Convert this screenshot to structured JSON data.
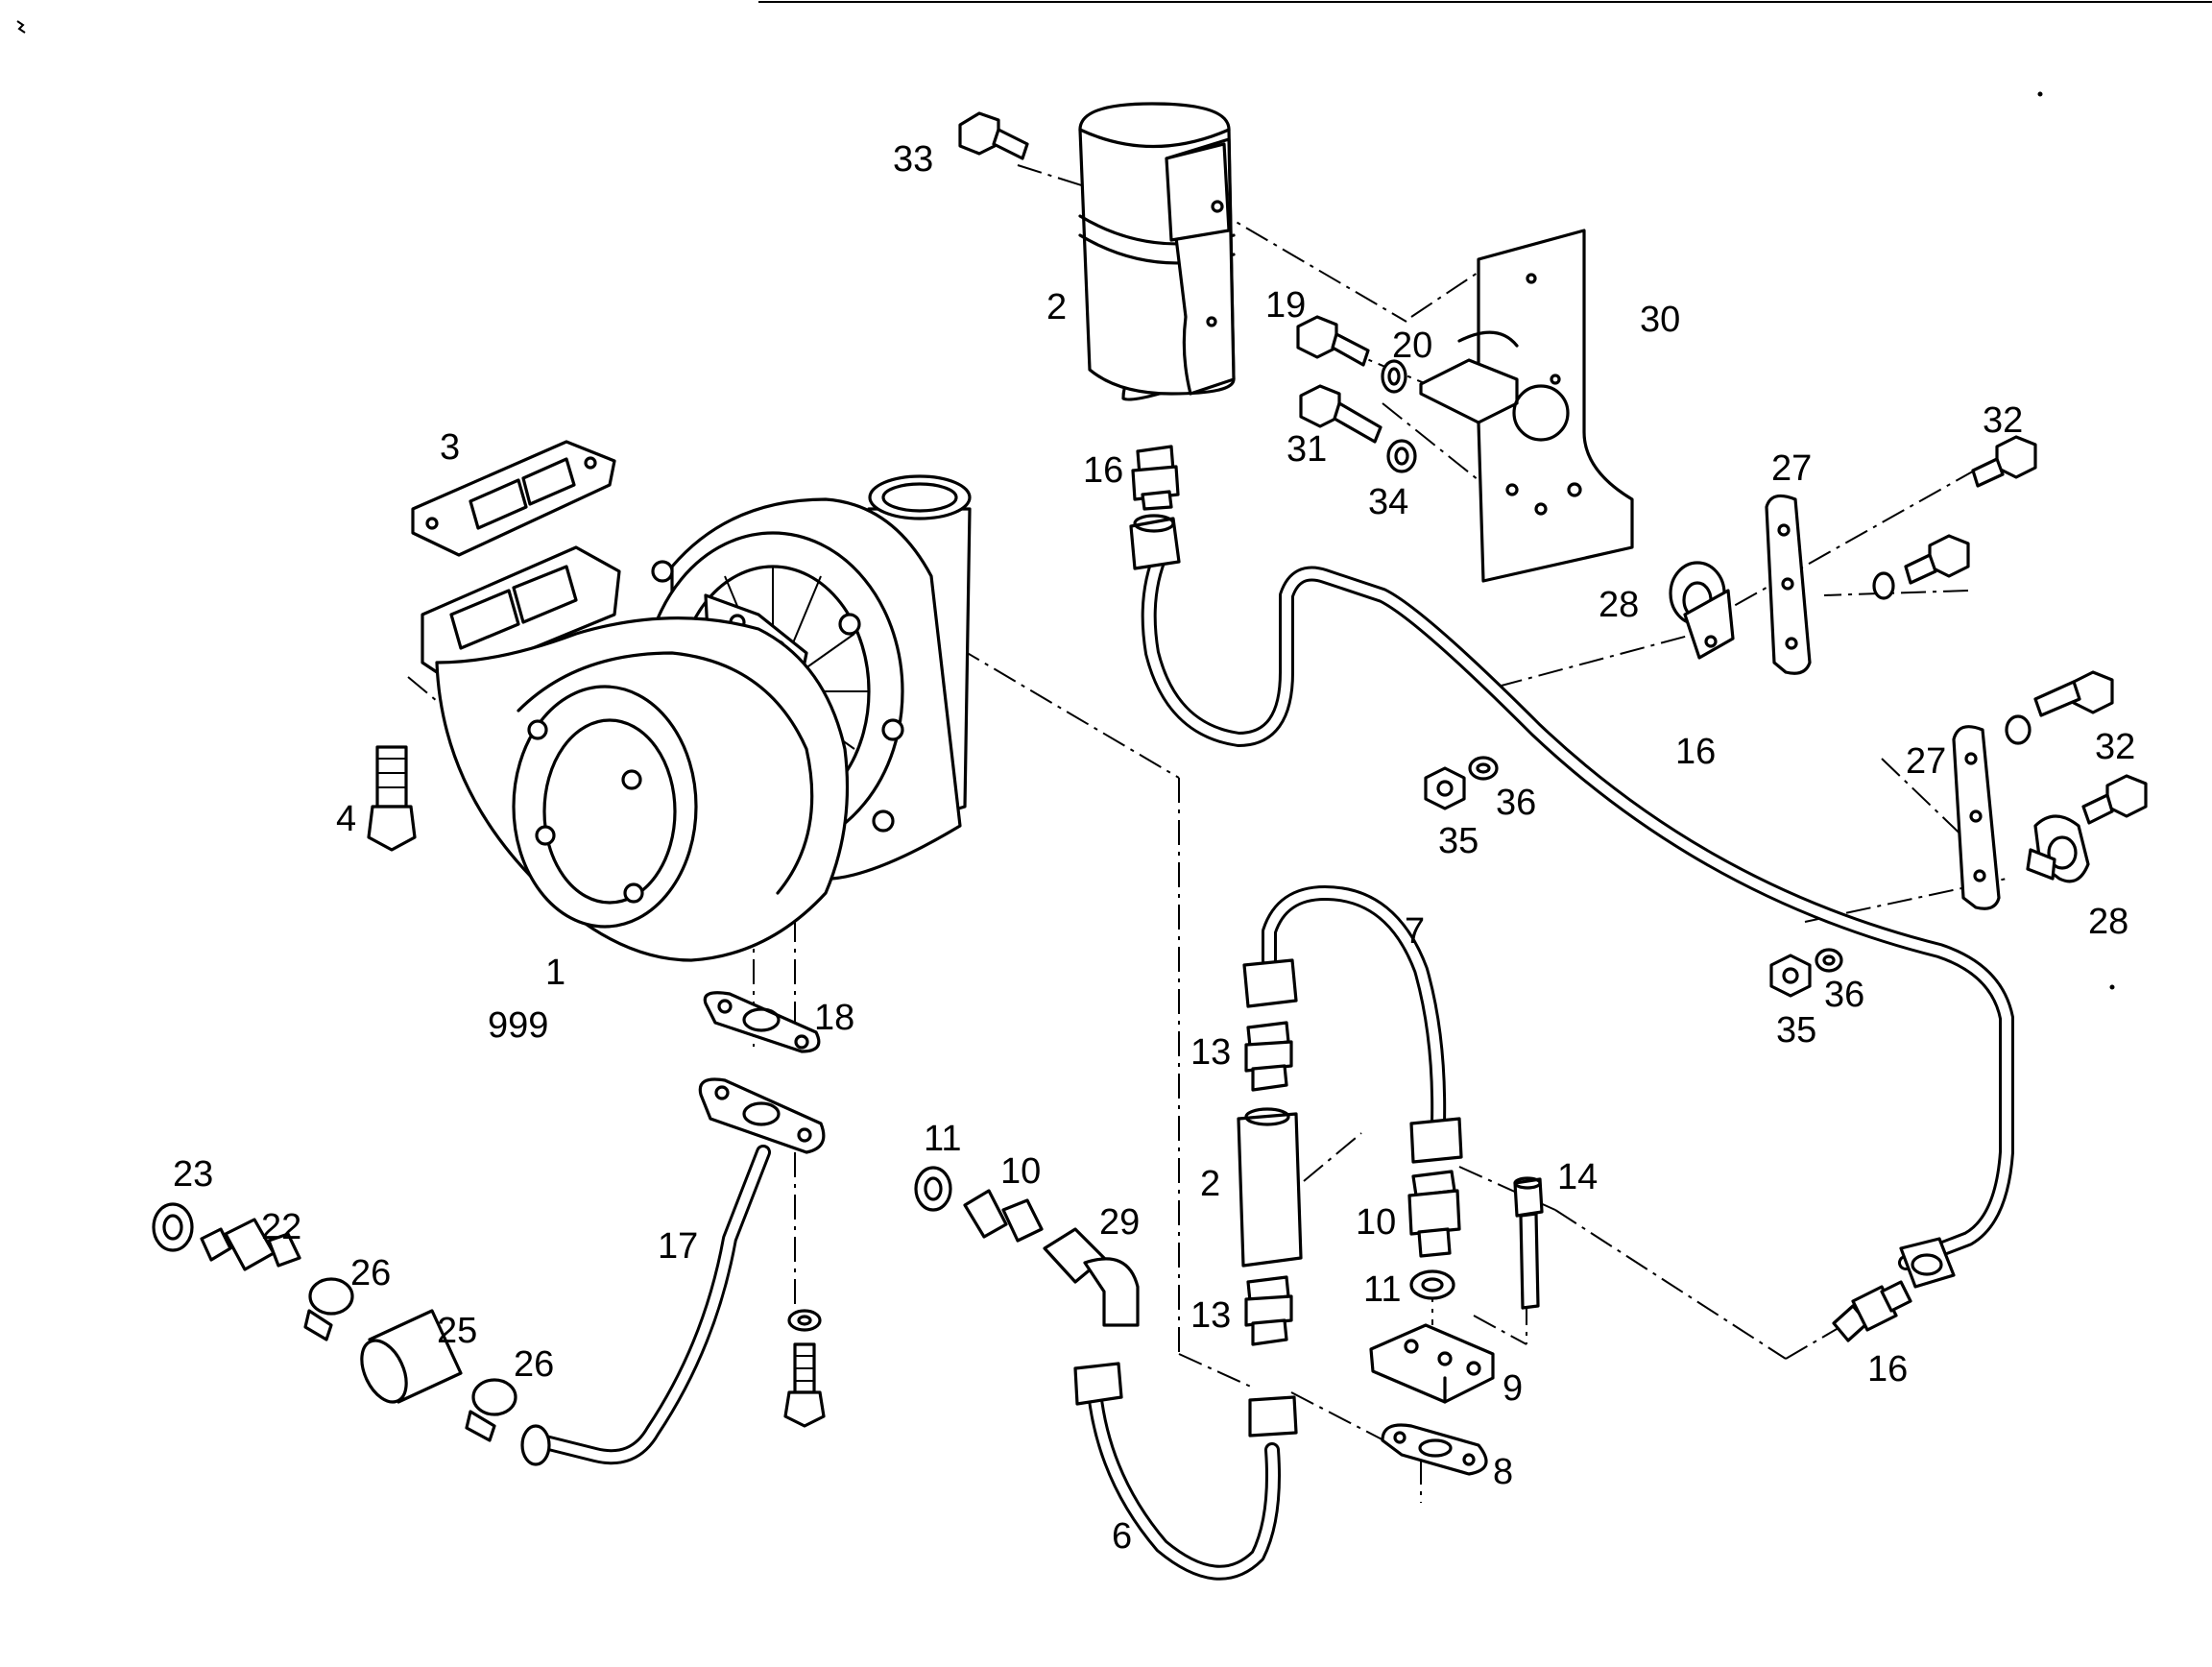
{
  "diagram": {
    "callouts": [
      {
        "id": "c33",
        "text": "33"
      },
      {
        "id": "c2a",
        "text": "2"
      },
      {
        "id": "c19",
        "text": "19"
      },
      {
        "id": "c20",
        "text": "20"
      },
      {
        "id": "c30",
        "text": "30"
      },
      {
        "id": "c31",
        "text": "31"
      },
      {
        "id": "c34",
        "text": "34"
      },
      {
        "id": "c16a",
        "text": "16"
      },
      {
        "id": "c3",
        "text": "3"
      },
      {
        "id": "c32a",
        "text": "32"
      },
      {
        "id": "c27a",
        "text": "27"
      },
      {
        "id": "c28a",
        "text": "28"
      },
      {
        "id": "c16b",
        "text": "16"
      },
      {
        "id": "c36a",
        "text": "36"
      },
      {
        "id": "c35a",
        "text": "35"
      },
      {
        "id": "c27b",
        "text": "27"
      },
      {
        "id": "c32b",
        "text": "32"
      },
      {
        "id": "c28b",
        "text": "28"
      },
      {
        "id": "c4",
        "text": "4"
      },
      {
        "id": "c1",
        "text": "1"
      },
      {
        "id": "c999",
        "text": "999"
      },
      {
        "id": "c18",
        "text": "18"
      },
      {
        "id": "c7",
        "text": "7"
      },
      {
        "id": "c36b",
        "text": "36"
      },
      {
        "id": "c35b",
        "text": "35"
      },
      {
        "id": "c13a",
        "text": "13"
      },
      {
        "id": "c23",
        "text": "23"
      },
      {
        "id": "c22",
        "text": "22"
      },
      {
        "id": "c11a",
        "text": "11"
      },
      {
        "id": "c10a",
        "text": "10"
      },
      {
        "id": "c2b",
        "text": "2"
      },
      {
        "id": "c14",
        "text": "14"
      },
      {
        "id": "c29",
        "text": "29"
      },
      {
        "id": "c10b",
        "text": "10"
      },
      {
        "id": "c17",
        "text": "17"
      },
      {
        "id": "c26a",
        "text": "26"
      },
      {
        "id": "c11b",
        "text": "11"
      },
      {
        "id": "c25",
        "text": "25"
      },
      {
        "id": "c13b",
        "text": "13"
      },
      {
        "id": "c26b",
        "text": "26"
      },
      {
        "id": "c9",
        "text": "9"
      },
      {
        "id": "c16c",
        "text": "16"
      },
      {
        "id": "c8",
        "text": "8"
      },
      {
        "id": "c6",
        "text": "6"
      }
    ]
  }
}
